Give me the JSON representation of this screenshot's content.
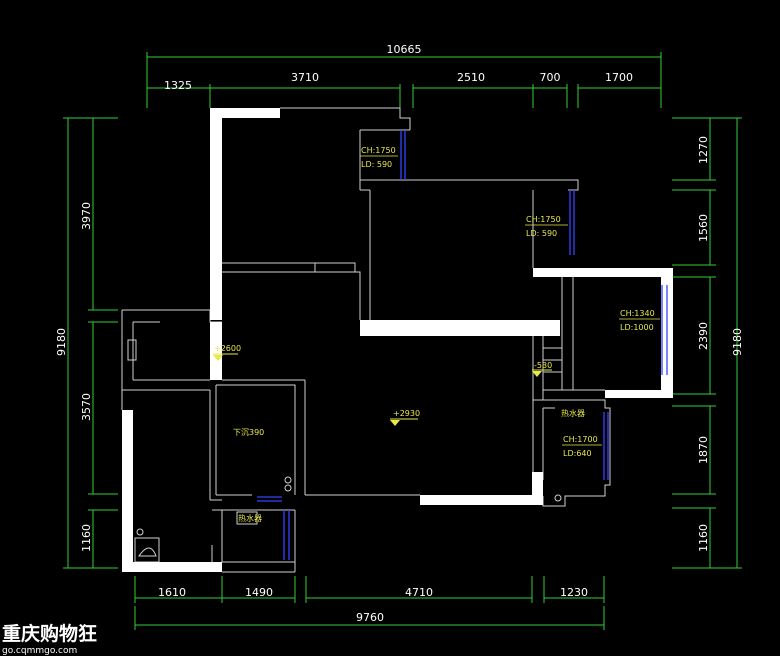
{
  "dimensions": {
    "top_total": "10665",
    "top_1": "1325",
    "top_2": "3710",
    "top_3": "2510",
    "top_4": "700",
    "top_5": "1700",
    "left_total": "9180",
    "left_1": "3970",
    "left_2": "3570",
    "left_3": "1160",
    "right_total": "9180",
    "right_1": "1270",
    "right_2": "1560",
    "right_3": "2390",
    "right_4": "1870",
    "right_5": "1160",
    "bottom_total": "9760",
    "bottom_1": "1610",
    "bottom_2": "1490",
    "bottom_3": "4710",
    "bottom_4": "1230"
  },
  "notes": {
    "ch1": "CH:1750",
    "ld1": "LD: 590",
    "ch2": "CH:1750",
    "ld2": "LD: 590",
    "ch3": "CH:1340",
    "ld3": "LD:1000",
    "ch4": "CH:1700",
    "ld4": "LD:640",
    "level_left": "+2600",
    "level_center": "+2930",
    "level_right": "-530",
    "beam": "下沉390",
    "heater1": "热水器",
    "heater2": "热水器"
  },
  "watermark": {
    "title": "重庆购物狂",
    "url": "go.cqmmgo.com"
  },
  "colors": {
    "background": "#000000",
    "wall": "#ffffff",
    "dimension_line": "#33cc33",
    "annotation": "#e8e84a",
    "window": "#3344ff"
  }
}
